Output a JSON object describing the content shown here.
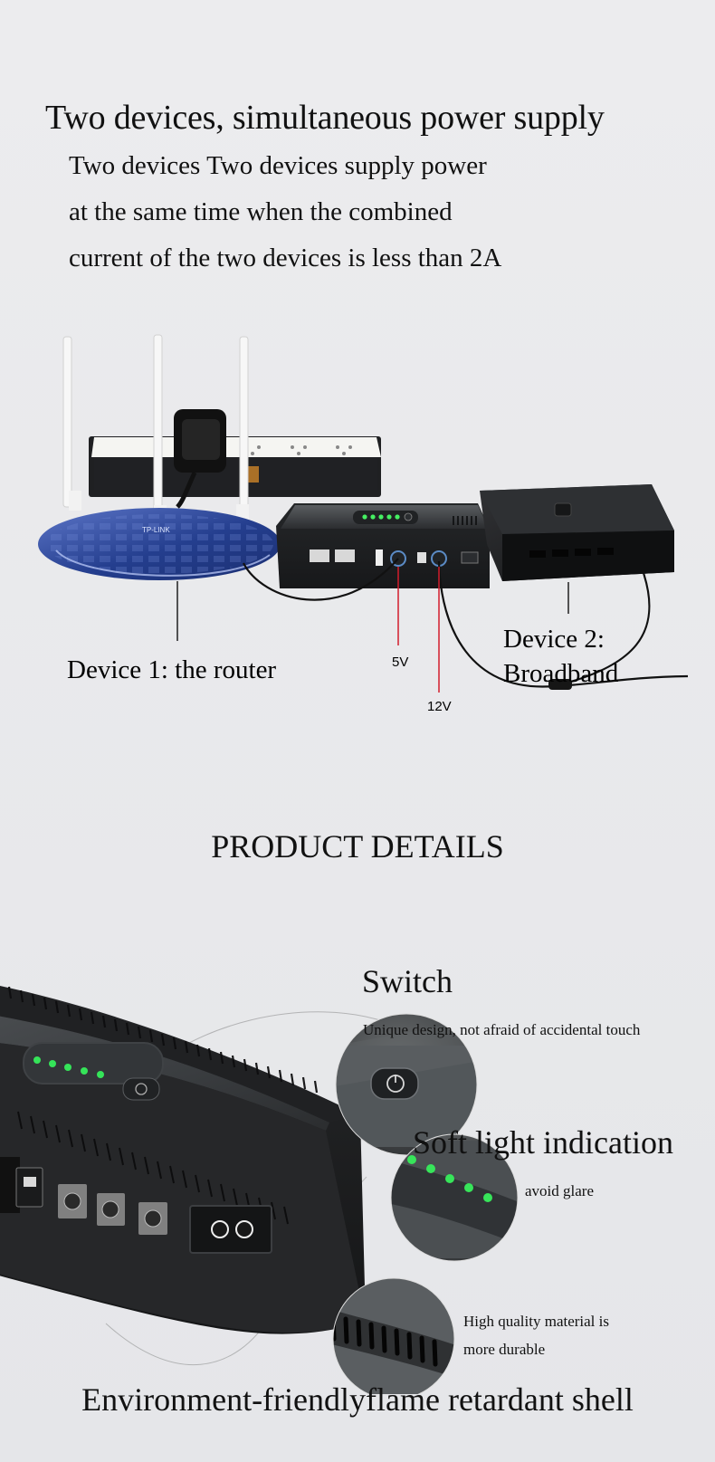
{
  "header": {
    "headline": "Two devices, simultaneous power supply",
    "intro_lines": [
      "Two devices Two devices supply power",
      "at the same time when the combined",
      "current of the two devices is less than 2A"
    ]
  },
  "top_scene": {
    "device_1_label": "Device 1: the router",
    "device_2_label_line_1": "Device 2:",
    "device_2_label_line_2": "Broadband",
    "port_labels": {
      "left": "5V",
      "right": "12V"
    },
    "router_brand_text": "TP-LINK"
  },
  "product_details": {
    "section_title": "PRODUCT DETAILS",
    "switch": {
      "title": "Switch",
      "description": "Unique design, not afraid of accidental touch"
    },
    "light": {
      "title": "Soft light indication",
      "description": "avoid glare"
    },
    "material": {
      "description_lines": [
        "High quality material is",
        "more durable"
      ]
    },
    "bottom_title": "Environment-friendlyflame retardant shell"
  },
  "colors": {
    "background": "#e9e9eb",
    "text": "#111111",
    "device_dark": "#2d2f32",
    "indicator_green": "#37e55a"
  },
  "icons": {
    "power_button": "power-icon",
    "usb_port": "usb-port-icon",
    "ethernet_port": "ethernet-port-icon"
  }
}
